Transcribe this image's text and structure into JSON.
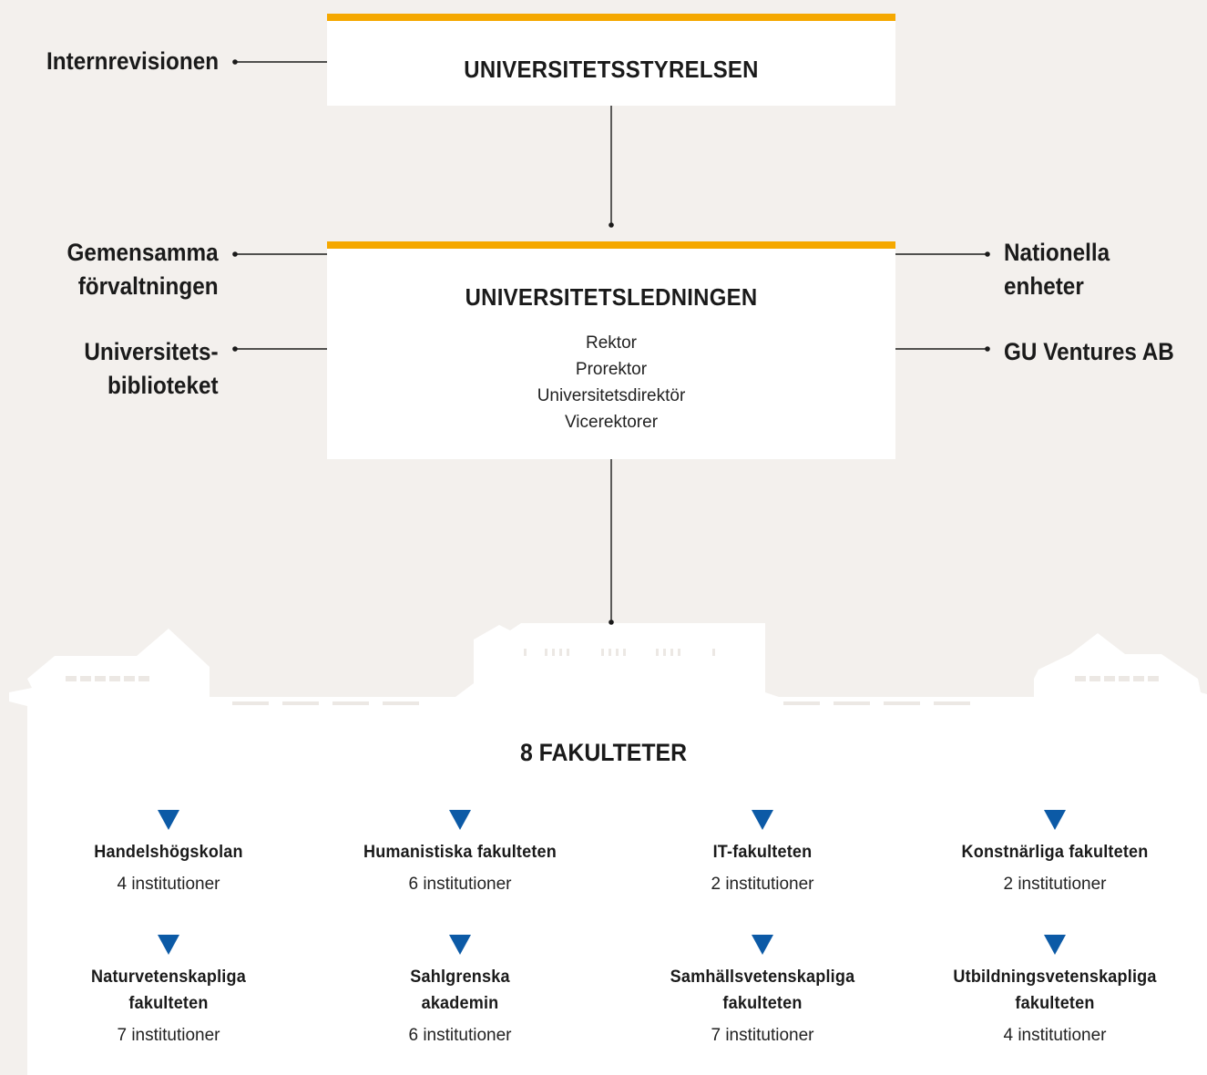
{
  "board": {
    "title": "UNIVERSITETSSTYRELSEN"
  },
  "internal_audit": "Internrevisionen",
  "management": {
    "title": "UNIVERSITETSLEDNINGEN",
    "roles": [
      "Rektor",
      "Prorektor",
      "Universitetsdirektör",
      "Vicerektorer"
    ]
  },
  "left_units": [
    {
      "line1": "Gemensamma",
      "line2": "förvaltningen"
    },
    {
      "line1": "Universitets-",
      "line2": "biblioteket"
    }
  ],
  "right_units": [
    {
      "line1": "Nationella",
      "line2": "enheter"
    },
    {
      "line1": "GU Ventures AB",
      "line2": ""
    }
  ],
  "faculties_heading": "8 FAKULTETER",
  "faculties": [
    {
      "name1": "Handelshögskolan",
      "name2": "",
      "count": "4 institutioner"
    },
    {
      "name1": "Humanistiska fakulteten",
      "name2": "",
      "count": "6 institutioner"
    },
    {
      "name1": "IT-fakulteten",
      "name2": "",
      "count": "2 institutioner"
    },
    {
      "name1": "Konstnärliga fakulteten",
      "name2": "",
      "count": "2 institutioner"
    },
    {
      "name1": "Naturvetenskapliga",
      "name2": "fakulteten",
      "count": "7 institutioner"
    },
    {
      "name1": "Sahlgrenska",
      "name2": "akademin",
      "count": "6 institutioner"
    },
    {
      "name1": "Samhällsvetenskapliga",
      "name2": "fakulteten",
      "count": "7 institutioner"
    },
    {
      "name1": "Utbildningsvetenskapliga",
      "name2": "fakulteten",
      "count": "4 institutioner"
    }
  ],
  "colors": {
    "accent": "#f5a800",
    "triangle": "#0c5aa6",
    "background": "#f3f0ed",
    "building": "#ffffff"
  }
}
